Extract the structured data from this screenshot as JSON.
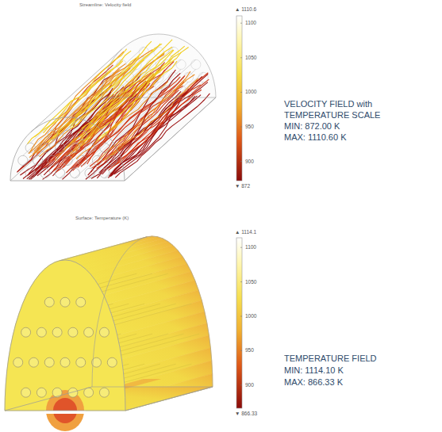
{
  "diagram": {
    "labels": [
      "Streamline: Velocity field",
      "▲ 1110.6",
      "1100",
      "1050",
      "1000",
      "950",
      "900",
      "▼ 872",
      "VELOCITY FIELD with TEMPERATURE SCALE",
      "MIN: 872.00 K",
      "MAX: 1110.60 K",
      "Surface: Temperature (K)",
      "▲ 1114.1",
      "1100",
      "1050",
      "1000",
      "950",
      "900",
      "▼ 866.33",
      "TEMPERATURE FIELD",
      "MIN: 1114.10 K",
      "MAX: 866.33 K"
    ]
  }
}
